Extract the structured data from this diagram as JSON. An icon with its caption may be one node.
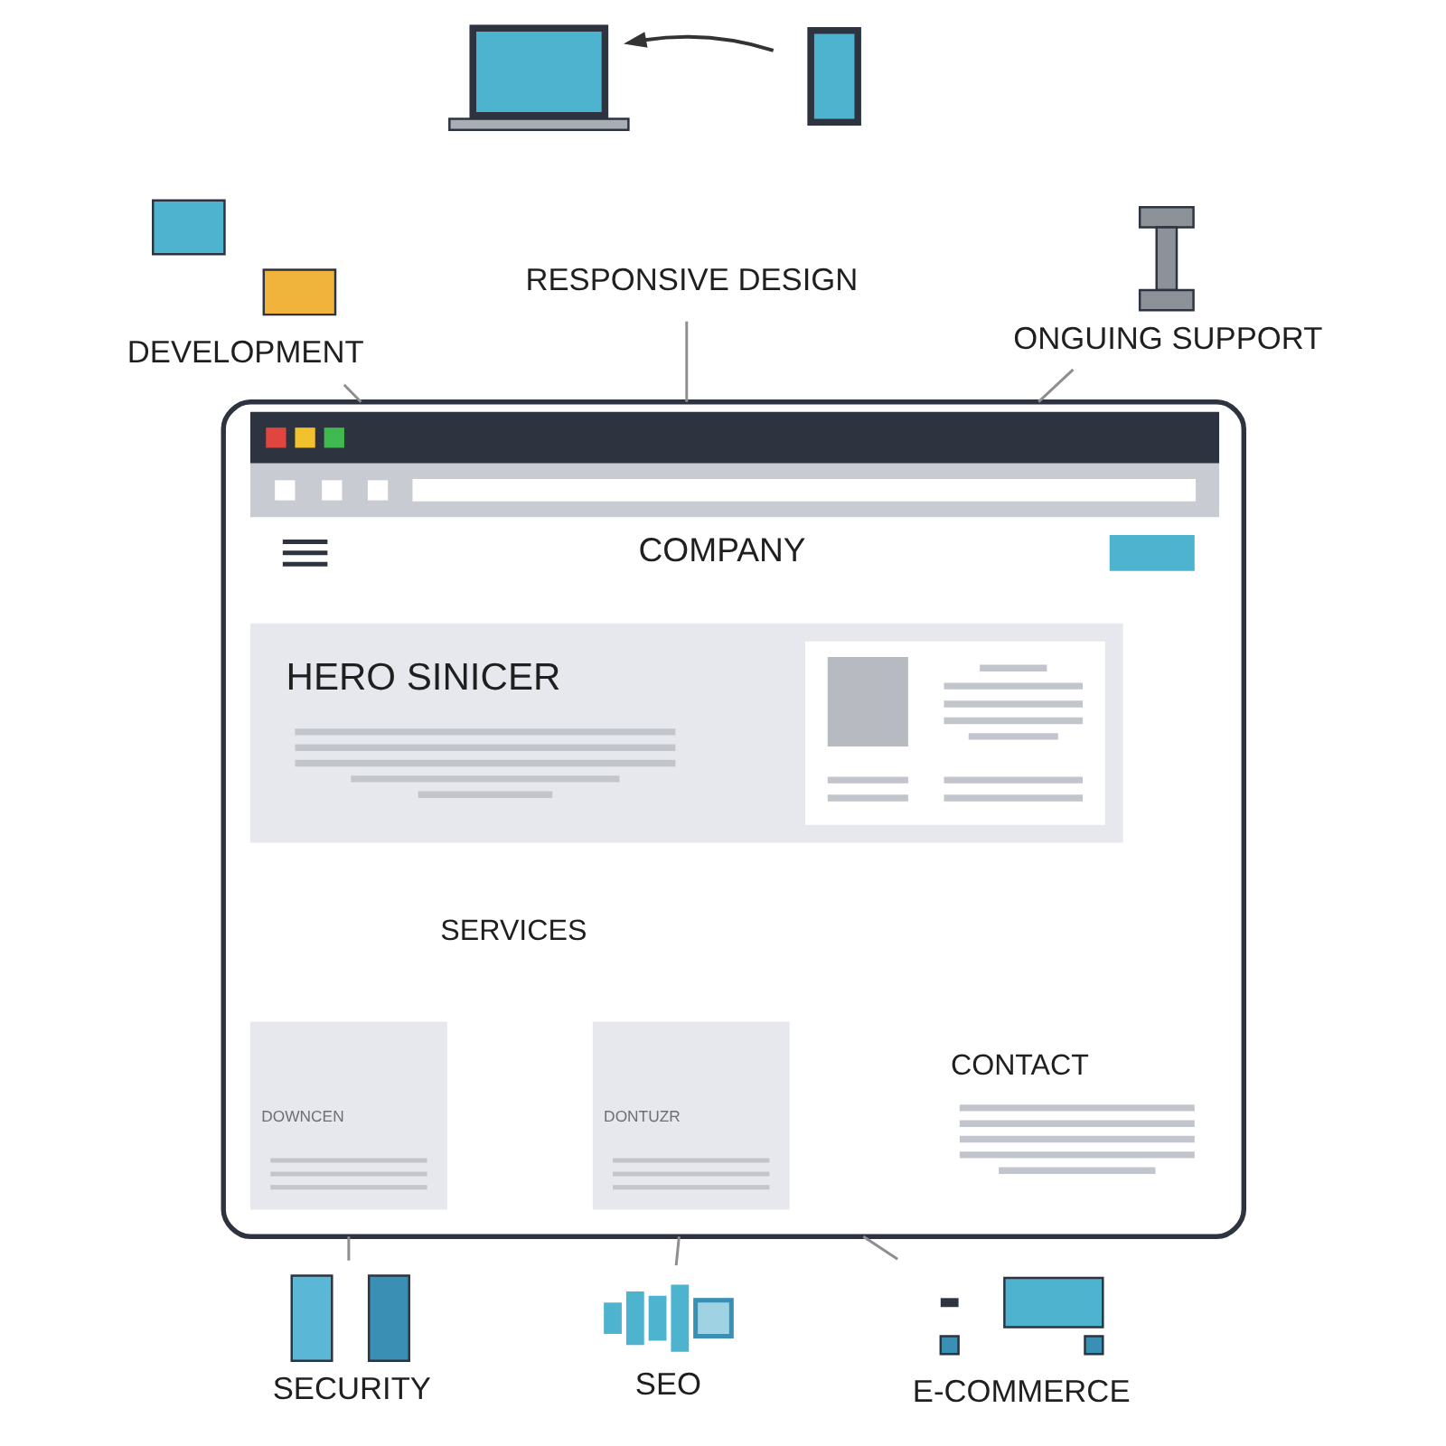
{
  "diagram": {
    "nodes": [
      {
        "text": [],
        "shape": "picture"
      },
      {
        "text": [],
        "shape": "picture"
      },
      {
        "text": [
          "RESPONSIVE DESIGN"
        ]
      },
      {
        "text": [
          "DEVELOPMENT"
        ]
      },
      {
        "text": [
          "ONGUING SUPPORT"
        ]
      },
      {
        "text": [
          "COMPANY"
        ]
      },
      {
        "text": [
          "HERO SINICER"
        ],
        "in": 5
      },
      {
        "text": [
          "DOWNCEN"
        ],
        "in": 5
      },
      {
        "text": [
          "DONTUZR"
        ],
        "in": 5
      },
      {
        "text": [
          "SECURITY"
        ]
      },
      {
        "text": [
          "E-COMMERCE"
        ]
      },
      {
        "text": [
          "SEO"
        ]
      }
    ],
    "edges": [
      {
        "from": 1,
        "to": 0,
        "arrow": "to",
        "color": "#333333"
      },
      {
        "from": 2,
        "to": 5,
        "arrow": "none"
      },
      {
        "from": 3,
        "to": 5,
        "arrow": "none"
      },
      {
        "from": 4,
        "to": 5,
        "arrow": "none"
      },
      {
        "from": 5,
        "to": 9,
        "arrow": "none"
      },
      {
        "from": 5,
        "to": 10,
        "arrow": "none"
      },
      {
        "from": 5,
        "to": 11,
        "arrow": "none"
      }
    ],
    "labels": [
      "SERVICES",
      "CONTACT"
    ]
  }
}
